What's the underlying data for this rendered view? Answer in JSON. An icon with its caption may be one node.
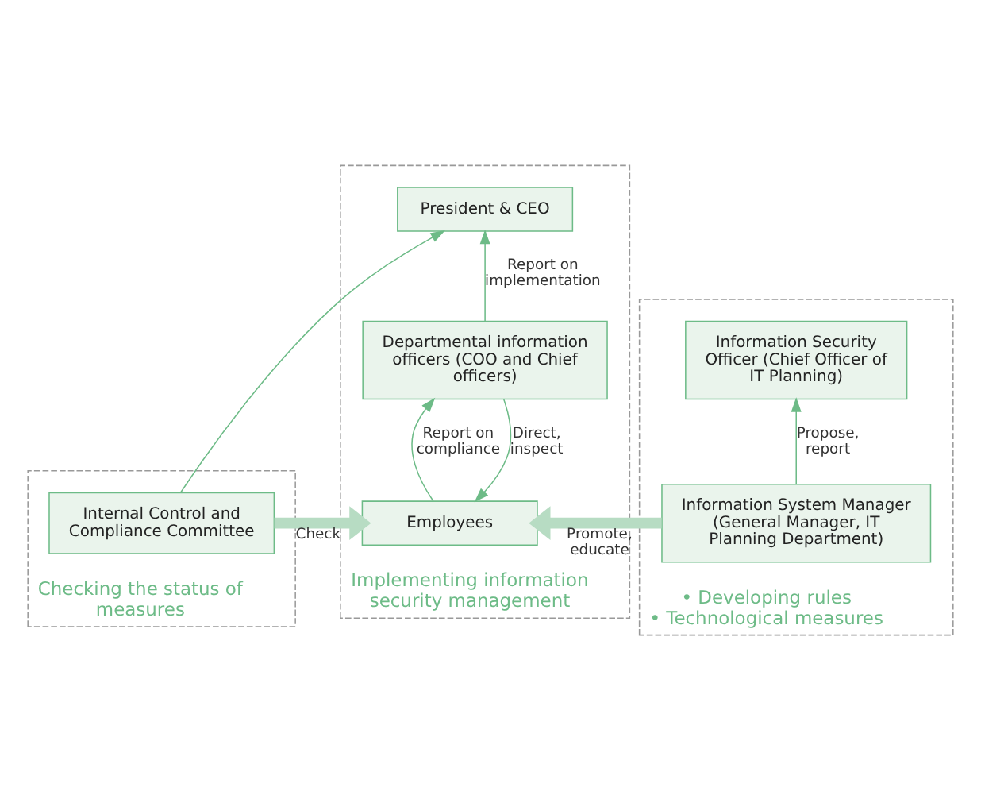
{
  "diagram": {
    "nodes": [
      {
        "text": [
          "Checking the status of measures"
        ]
      },
      {
        "text": [
          "Implementing information security management"
        ]
      },
      {
        "text": [
          "• Developing rules",
          "• Technological measures"
        ]
      },
      {
        "text": [
          "President & CEO"
        ],
        "in": 1
      },
      {
        "text": [
          "Departmental information officers (COO and Chief officers)"
        ],
        "in": 1
      },
      {
        "text": [
          "Employees"
        ],
        "in": 1
      },
      {
        "text": [
          "Internal Control and Compliance Committee"
        ],
        "in": 0
      },
      {
        "text": [
          "Information Security Officer (Chief Officer of IT Planning)"
        ],
        "in": 2
      },
      {
        "text": [
          "Information System Manager (General Manager, IT Planning Department)"
        ],
        "in": 2
      }
    ],
    "edges": [
      {
        "from": 4,
        "to": 3,
        "arrow": "to",
        "label": "Report on implementation"
      },
      {
        "from": 6,
        "to": 3,
        "arrow": "to"
      },
      {
        "from": 5,
        "to": 4,
        "arrow": "to",
        "label": "Report on compliance"
      },
      {
        "from": 4,
        "to": 5,
        "arrow": "to",
        "label": "Direct, inspect"
      },
      {
        "from": 6,
        "to": 5,
        "arrow": "to",
        "label": "Check",
        "style": "thick",
        "color": "#b7dcc3"
      },
      {
        "from": 8,
        "to": 5,
        "arrow": "to",
        "label": "Promote, educate",
        "style": "thick",
        "color": "#b7dcc3"
      },
      {
        "from": 8,
        "to": 7,
        "arrow": "to",
        "label": "Propose, report"
      }
    ]
  }
}
